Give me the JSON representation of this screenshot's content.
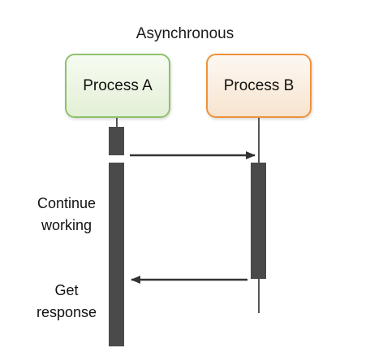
{
  "title": "Asynchronous",
  "participants": [
    {
      "label": "Process A",
      "border_color": "#8dc26a",
      "fill_top": "#f7fbf2",
      "fill_bottom": "#e3f0d6"
    },
    {
      "label": "Process B",
      "border_color": "#f0913a",
      "fill_top": "#fdf8f2",
      "fill_bottom": "#f7e4cf"
    }
  ],
  "notes": {
    "continue_line1": "Continue",
    "continue_line2": "working",
    "response_line1": "Get",
    "response_line2": "response"
  },
  "colors": {
    "activation": "#4a4a4a",
    "lifeline": "#555555",
    "arrow": "#333333"
  },
  "messages": [
    {
      "from": "Process A",
      "to": "Process B"
    },
    {
      "from": "Process B",
      "to": "Process A"
    }
  ]
}
